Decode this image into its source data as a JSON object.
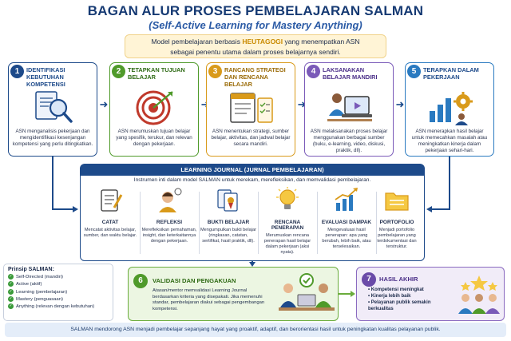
{
  "header": {
    "title": "BAGAN ALUR PROSES PEMBELAJARAN SALMAN",
    "subtitle": "(Self-Active Learning for Mastery Anything)",
    "intro_line1_pre": "Model pembelajaran berbasis ",
    "intro_highlight": "HEUTAGOGI",
    "intro_line1_post": " yang menempatkan ASN",
    "intro_line2": "sebagai penentu utama dalam proses belajarnya sendiri."
  },
  "steps": [
    {
      "number": "1",
      "title": "IDENTIFIKASI KEBUTUHAN KOMPETENSI",
      "desc": "ASN menganalisis pekerjaan dan mengidentifikasi kesenjangan kompetensi yang perlu ditingkatkan.",
      "color": "#1d4a8a",
      "icon": "magnifier-document-icon"
    },
    {
      "number": "2",
      "title": "TETAPKAN TUJUAN BELAJAR",
      "desc": "ASN merumuskan tujuan belajar yang spesifik, terukur, dan relevan dengan pekerjaan.",
      "color": "#4f9a2a",
      "icon": "target-icon"
    },
    {
      "number": "3",
      "title": "RANCANG STRATEGI DAN RENCANA BELAJAR",
      "desc": "ASN menentukan strategi, sumber belajar, aktivitas, dan jadwal belajar secara mandiri.",
      "color": "#d99a1a",
      "icon": "calendar-plan-icon"
    },
    {
      "number": "4",
      "title": "LAKSANAKAN BELAJAR MANDIRI",
      "desc": "ASN melaksanakan proses belajar menggunakan berbagai sumber (buku, e-learning, video, diskusi, praktik, dll).",
      "color": "#7a5ab8",
      "icon": "laptop-learner-icon"
    },
    {
      "number": "5",
      "title": "TERAPKAN DALAM PEKERJAAN",
      "desc": "ASN menerapkan hasil belajar untuk memecahkan masalah atau meningkatkan kinerja dalam pekerjaan sehari-hari.",
      "color": "#2a7ac0",
      "icon": "worker-gear-icon"
    }
  ],
  "journal": {
    "title": "LEARNING JOURNAL (JURNAL PEMBELAJARAN)",
    "subtitle": "Instrumen inti dalam model SALMAN untuk merekam, merefleksikan, dan memvalidasi pembelajaran.",
    "items": [
      {
        "title": "CATAT",
        "desc": "Mencatat aktivitas belajar, sumber, dan waktu belajar.",
        "icon": "notepad-icon"
      },
      {
        "title": "REFLEKSI",
        "desc": "Merefleksikan pemahaman, insight, dan keterkaitannya dengan pekerjaan.",
        "icon": "thinking-person-icon"
      },
      {
        "title": "BUKTI BELAJAR",
        "desc": "Mengumpulkan bukti belajar (ringkasan, catatan, sertifikat, hasil praktik, dll).",
        "icon": "evidence-docs-icon"
      },
      {
        "title": "RENCANA PENERAPAN",
        "desc": "Merumuskan rencana penerapan hasil belajar dalam pekerjaan (aksi nyata).",
        "icon": "lightbulb-icon"
      },
      {
        "title": "EVALUASI DAMPAK",
        "desc": "Mengevaluasi hasil penerapan: apa yang berubah, lebih baik, atau terselesaikan.",
        "icon": "growth-chart-icon"
      },
      {
        "title": "PORTOFOLIO",
        "desc": "Menjadi portofolio pembelajaran yang terdokumentasi dan terstruktur.",
        "icon": "folder-icon"
      }
    ]
  },
  "principles": {
    "title": "Prinsip SALMAN:",
    "items": [
      "Self-Directed (mandiri)",
      "Active (aktif)",
      "Learning (pembelajaran)",
      "Mastery (penguasaan)",
      "Anything (relevan dengan kebutuhan)"
    ]
  },
  "validation": {
    "number": "6",
    "title": "VALIDASI DAN PENGAKUAN",
    "desc": "Atasan/mentor memvalidasi Learning Journal berdasarkan kriteria yang disepakati. Jika memenuhi standar, pembelajaran diakui sebagai pengembangan kompetensi."
  },
  "result": {
    "number": "7",
    "title": "HASIL AKHIR",
    "items": [
      "Kompetensi meningkat",
      "Kinerja lebih baik",
      "Pelayanan publik semakin berkualitas"
    ]
  },
  "footer": {
    "text": "SALMAN mendorong ASN menjadi pembelajar sepanjang hayat yang proaktif, adaptif, dan berorientasi hasil untuk peningkatan kualitas pelayanan publik."
  },
  "colors": {
    "navy": "#1d4a8a",
    "green": "#4f9a2a",
    "amber": "#d99a1a",
    "purple": "#7a5ab8",
    "blue": "#2a7ac0"
  }
}
